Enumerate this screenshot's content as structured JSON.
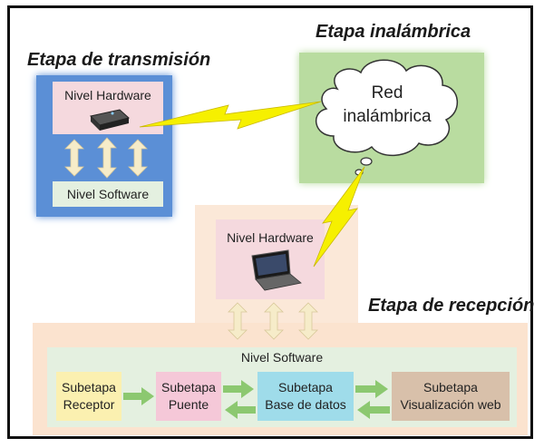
{
  "stages": {
    "transmission": "Etapa de transmisión",
    "wireless": "Etapa inalámbrica",
    "reception": "Etapa de recepción"
  },
  "transmission": {
    "hardware_label": "Nivel Hardware",
    "software_label": "Nivel Software"
  },
  "wireless": {
    "cloud_line1": "Red",
    "cloud_line2": "inalámbrica"
  },
  "reception": {
    "hardware_label": "Nivel Hardware",
    "software_label": "Nivel Software",
    "substages": [
      {
        "line1": "Subetapa",
        "line2": "Receptor"
      },
      {
        "line1": "Subetapa",
        "line2": "Puente"
      },
      {
        "line1": "Subetapa",
        "line2": "Base de datos"
      },
      {
        "line1": "Subetapa",
        "line2": "Visualización web"
      }
    ]
  },
  "colors": {
    "transmission_bg": "#5b8fd6",
    "wireless_bg": "#b9dca0",
    "reception_bg": "#fbe3cf",
    "hardware_box": "#f5d9de",
    "software_box": "#e4f0e0",
    "sub_receptor": "#fbf0b0",
    "sub_puente": "#f5c8d8",
    "sub_base_datos": "#9fdcea",
    "sub_visualizacion": "#d8c0aa",
    "arrow_green": "#8cc870",
    "arrow_cream": "#f6ecc9",
    "lightning": "#f6f000"
  },
  "icons": [
    "router-icon",
    "laptop-icon",
    "lightning-bolt-icon",
    "cloud-icon",
    "double-arrow-icon"
  ]
}
